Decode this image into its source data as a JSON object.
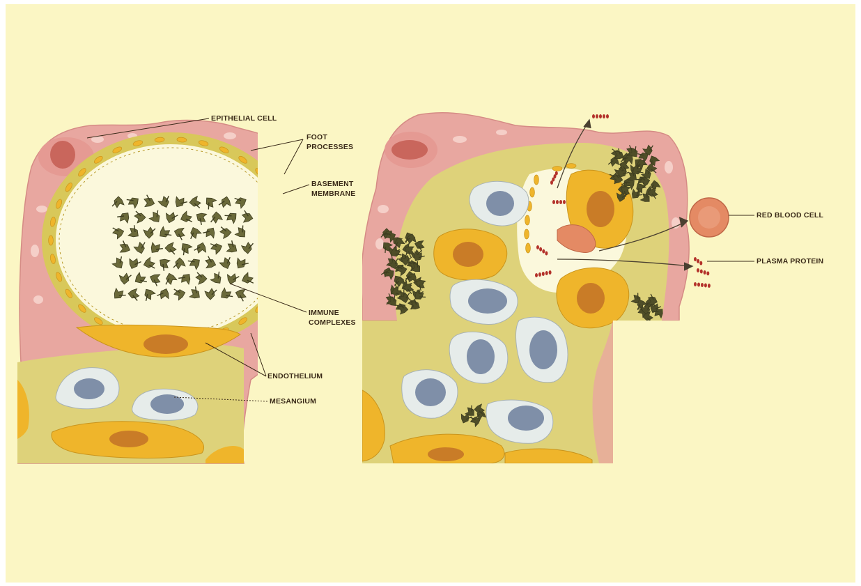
{
  "labels": {
    "epithelial_cell": "EPITHELIAL CELL",
    "foot_processes_1": "FOOT",
    "foot_processes_2": "PROCESSES",
    "basement_membrane_1": "BASEMENT",
    "basement_membrane_2": "MEMBRANE",
    "immune_complexes_1": "IMMUNE",
    "immune_complexes_2": "COMPLEXES",
    "endothelium": "ENDOTHELIUM",
    "mesangium": "MESANGIUM",
    "red_blood_cell": "RED BLOOD CELL",
    "plasma_protein": "PLASMA PROTEIN"
  },
  "colors": {
    "background": "#fbf6c4",
    "epithelium": "#e8a7a0",
    "basement_membrane": "#d8c85a",
    "endothelium": "#efb52b",
    "mesangial_cell": "#b3bdc8",
    "nucleus_gray": "#7f8fa8",
    "nucleus_orange": "#c97c27",
    "immune_complex": "#6b6a3a",
    "red_blood_cell": "#e48a64",
    "plasma_protein": "#b3312a",
    "label_text": "#3a2a18"
  }
}
